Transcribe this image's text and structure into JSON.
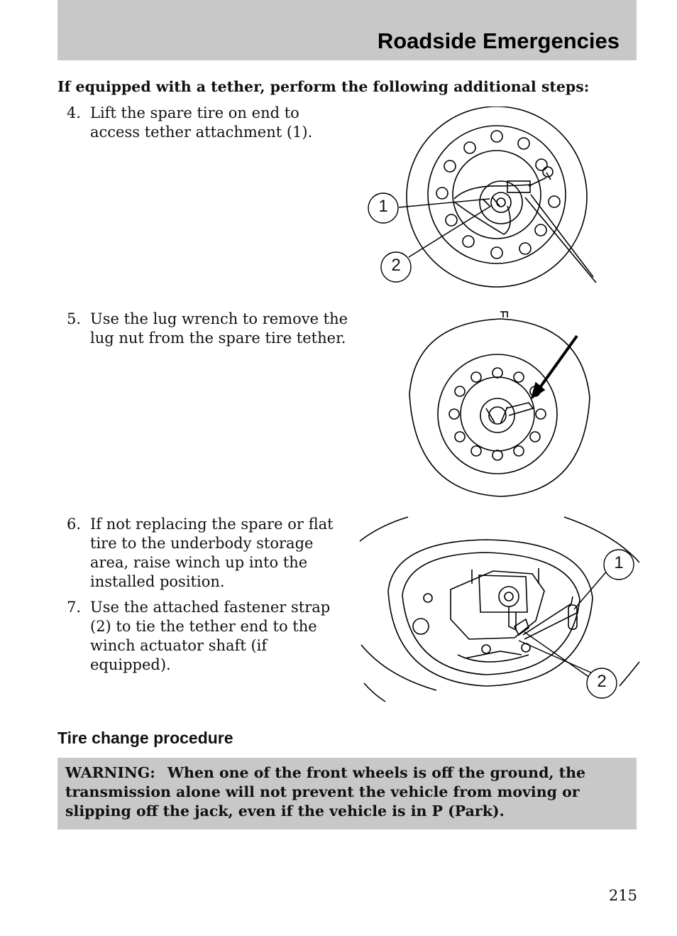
{
  "header": {
    "title": "Roadside Emergencies"
  },
  "intro": "If equipped with a tether, perform the following additional steps:",
  "steps": [
    {
      "num": "4.",
      "text": "Lift the spare tire on end to access tether attachment (1)."
    },
    {
      "num": "5.",
      "text": "Use the lug wrench to remove the lug nut from the spare tire tether."
    },
    {
      "num": "6.",
      "text": "If not replacing the spare or flat tire to the underbody storage area, raise winch up into the installed position."
    },
    {
      "num": "7.",
      "text": "Use the attached fastener strap (2) to tie the tether end to the winch actuator shaft (if equipped)."
    }
  ],
  "figures": {
    "fig1": {
      "callouts": [
        "1",
        "2"
      ]
    },
    "fig3": {
      "callouts": [
        "1",
        "2"
      ]
    }
  },
  "section": {
    "heading": "Tire change procedure"
  },
  "warning": {
    "label": "WARNING:",
    "text": "When one of the front wheels is off the ground, the transmission alone will not prevent the vehicle from moving or slipping off the jack, even if the vehicle is in P (Park)."
  },
  "page_number": "215"
}
